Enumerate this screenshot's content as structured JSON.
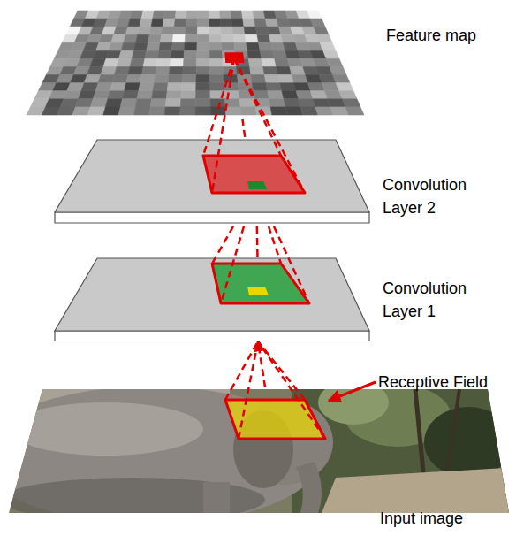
{
  "diagram": {
    "nodes": [
      {
        "text": [
          "Feature map"
        ]
      },
      {
        "text": [
          "Convolution Layer 2"
        ]
      },
      {
        "text": [
          "Convolution Layer 1"
        ]
      },
      {
        "text": [
          "Input image"
        ]
      }
    ],
    "edges": [
      {
        "from": 0,
        "to": 1,
        "arrow": "none"
      },
      {
        "from": 1,
        "to": 2,
        "arrow": "none"
      },
      {
        "from": 3,
        "to": 2,
        "arrow": "to"
      }
    ],
    "labels": [
      "Receptive Field"
    ]
  }
}
